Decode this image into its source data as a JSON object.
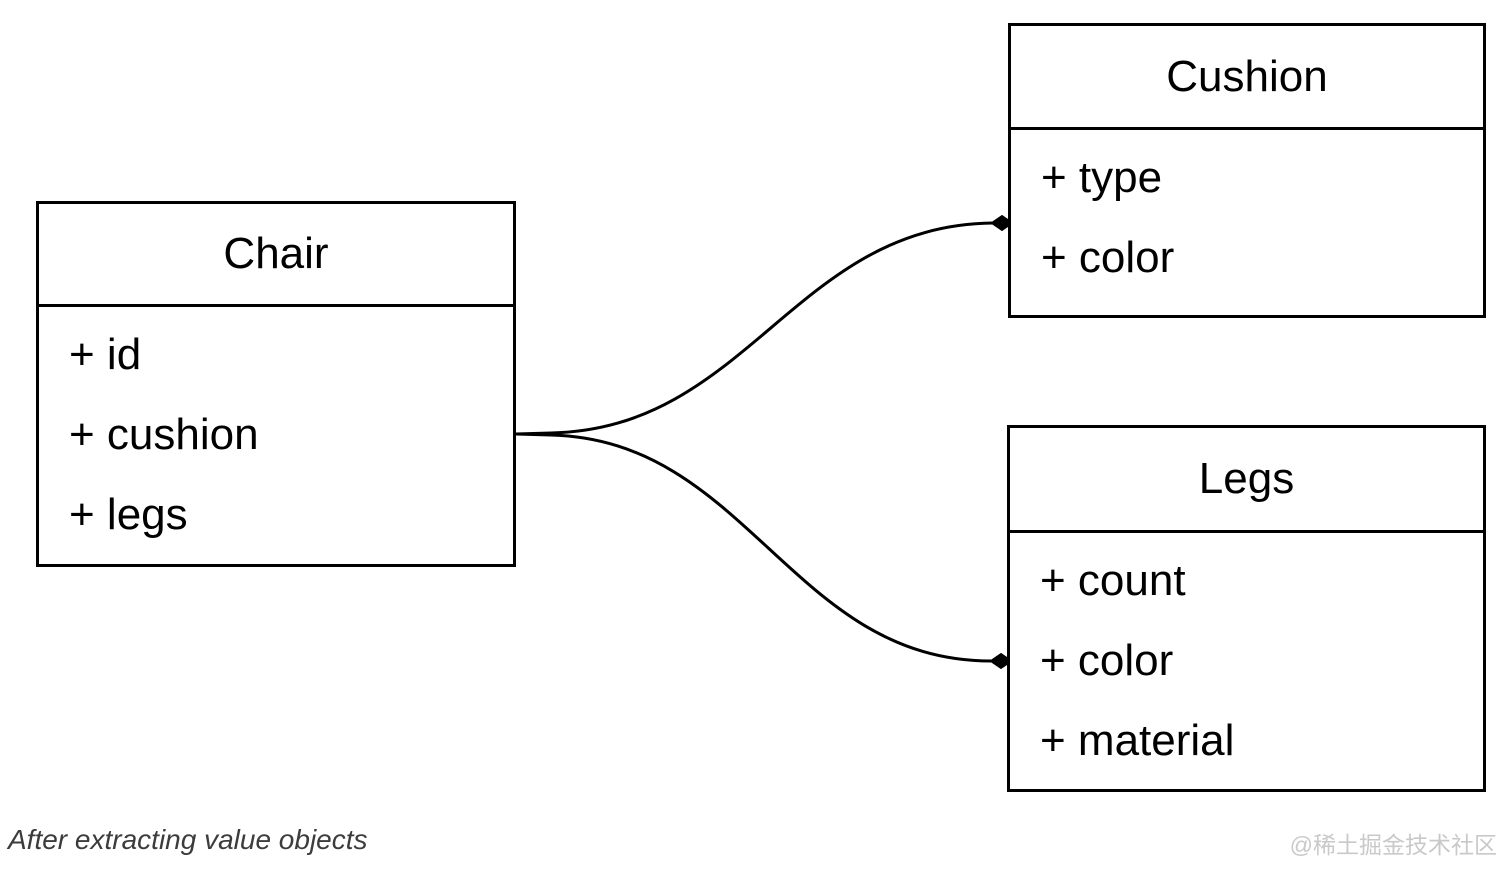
{
  "diagram": {
    "caption": "After extracting value objects",
    "classes": [
      {
        "name": "Chair",
        "attributes": [
          "+ id",
          "+ cushion",
          "+ legs"
        ]
      },
      {
        "name": "Cushion",
        "attributes": [
          "+ type",
          "+ color"
        ]
      },
      {
        "name": "Legs",
        "attributes": [
          "+ count",
          "+ color",
          "+ material"
        ]
      }
    ],
    "relations": [
      {
        "from": "Chair",
        "to": "Cushion",
        "type": "composition",
        "marker": "filled-diamond"
      },
      {
        "from": "Chair",
        "to": "Legs",
        "type": "composition",
        "marker": "filled-diamond"
      }
    ]
  },
  "watermark": "@稀土掘金技术社区",
  "colors": {
    "background": "#ffffff",
    "line": "#000000",
    "text": "#000000",
    "caption": "#3c3c3c",
    "watermark": "#c9c9c9"
  }
}
